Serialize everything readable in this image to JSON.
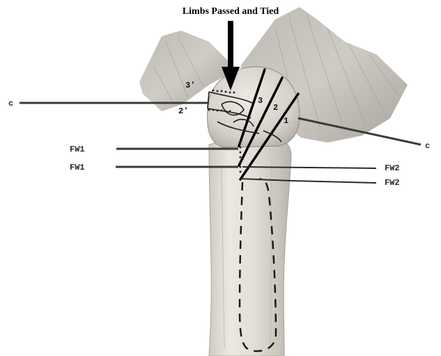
{
  "figure": {
    "title": "Limbs Passed and Tied",
    "labels": {
      "c_left": "c",
      "c_right": "c",
      "fw1_upper": "FW1",
      "fw1_lower": "FW1",
      "fw2_upper": "FW2",
      "fw2_lower": "FW2",
      "num_1": "1",
      "num_2": "2",
      "num_3": "3",
      "num_2_prime": "2'",
      "num_3_prime": "3'"
    }
  }
}
